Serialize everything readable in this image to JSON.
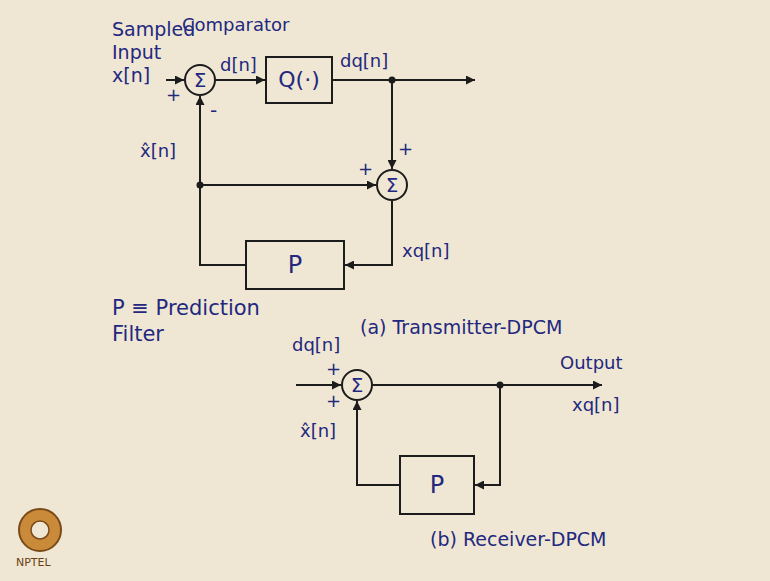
{
  "diagram": {
    "nodes": [
      {
        "text": [
          "Σ"
        ]
      },
      {
        "text": [
          "Q(·)"
        ]
      },
      {
        "text": [
          "Σ"
        ]
      },
      {
        "text": [
          "P"
        ]
      },
      {
        "text": [
          "Σ"
        ]
      },
      {
        "text": [
          "P"
        ]
      }
    ],
    "edges": [
      {
        "from": 0,
        "to": 1,
        "arrow": "to"
      },
      {
        "from": 1,
        "to": 2,
        "arrow": "to"
      },
      {
        "from": 2,
        "to": 3,
        "arrow": "to"
      },
      {
        "from": 3,
        "to": 0,
        "arrow": "to"
      },
      {
        "from": 3,
        "to": 2,
        "arrow": "to"
      },
      {
        "from": 4,
        "to": 5,
        "arrow": "to"
      },
      {
        "from": 5,
        "to": 4,
        "arrow": "to"
      }
    ],
    "labels": [
      "Sampled Input x[n]",
      "Comparator",
      "+",
      "-",
      "d[n]",
      "dq[n]",
      "+",
      "+",
      "x̂[n]",
      "xq[n]",
      "P ≡ Prediction Filter",
      "(a) Transmitter-DPCM",
      "dq[n]",
      "+",
      "+",
      "Output",
      "xq[n]",
      "x̂[n]",
      "(b) Receiver-DPCM",
      "NPTEL"
    ]
  }
}
